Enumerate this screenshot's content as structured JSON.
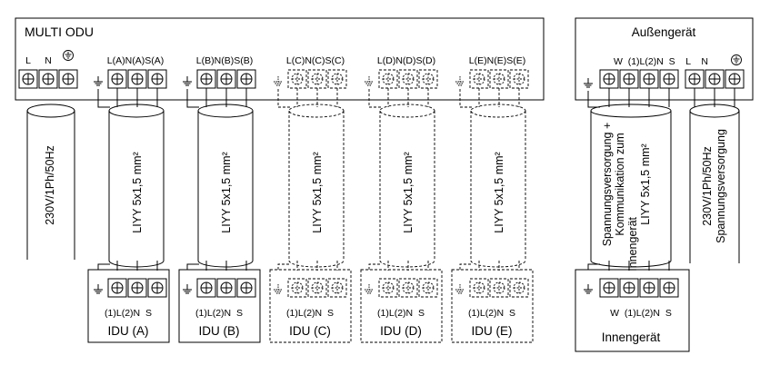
{
  "multi_odu": {
    "title": "MULTI ODU",
    "power_terminals": [
      "L",
      "N",
      "⏚"
    ],
    "groups": [
      {
        "label": "L(A)N(A)S(A)"
      },
      {
        "label": "L(B)N(B)S(B)"
      },
      {
        "label": "L(C)N(C)S(C)"
      },
      {
        "label": "L(D)N(D)S(D)"
      },
      {
        "label": "L(E)N(E)S(E)"
      }
    ]
  },
  "power_cable": "230V/1Ph/50Hz",
  "cables": [
    {
      "label": "LIYY 5x1,5 mm²"
    },
    {
      "label": "LIYY 5x1,5 mm²"
    },
    {
      "label": "LIYY 5x1,5 mm²"
    },
    {
      "label": "LIYY 5x1,5 mm²"
    },
    {
      "label": "LIYY 5x1,5 mm²"
    }
  ],
  "idus": [
    {
      "name": "IDU (A)",
      "terminals": "(1)L(2)N  S",
      "dashed": false
    },
    {
      "name": "IDU (B)",
      "terminals": "(1)L(2)N  S",
      "dashed": false
    },
    {
      "name": "IDU (C)",
      "terminals": "(1)L(2)N  S",
      "dashed": true
    },
    {
      "name": "IDU (D)",
      "terminals": "(1)L(2)N  S",
      "dashed": true
    },
    {
      "name": "IDU (E)",
      "terminals": "(1)L(2)N  S",
      "dashed": true
    }
  ],
  "outdoor": {
    "title": "Außengerät",
    "terminals": "W  (1)L(2)N  S    L    N"
  },
  "outdoor_cable_lines": [
    "Spannungsversorgung +",
    "Kommunikation zum",
    "Innengerät",
    "LIYY 5x1,5 mm²"
  ],
  "outdoor_power_lines": [
    "230V/1Ph/50Hz",
    "Spannungsversorgung"
  ],
  "indoor": {
    "title": "Innengerät",
    "terminals": "W  (1)L(2)N  S"
  }
}
